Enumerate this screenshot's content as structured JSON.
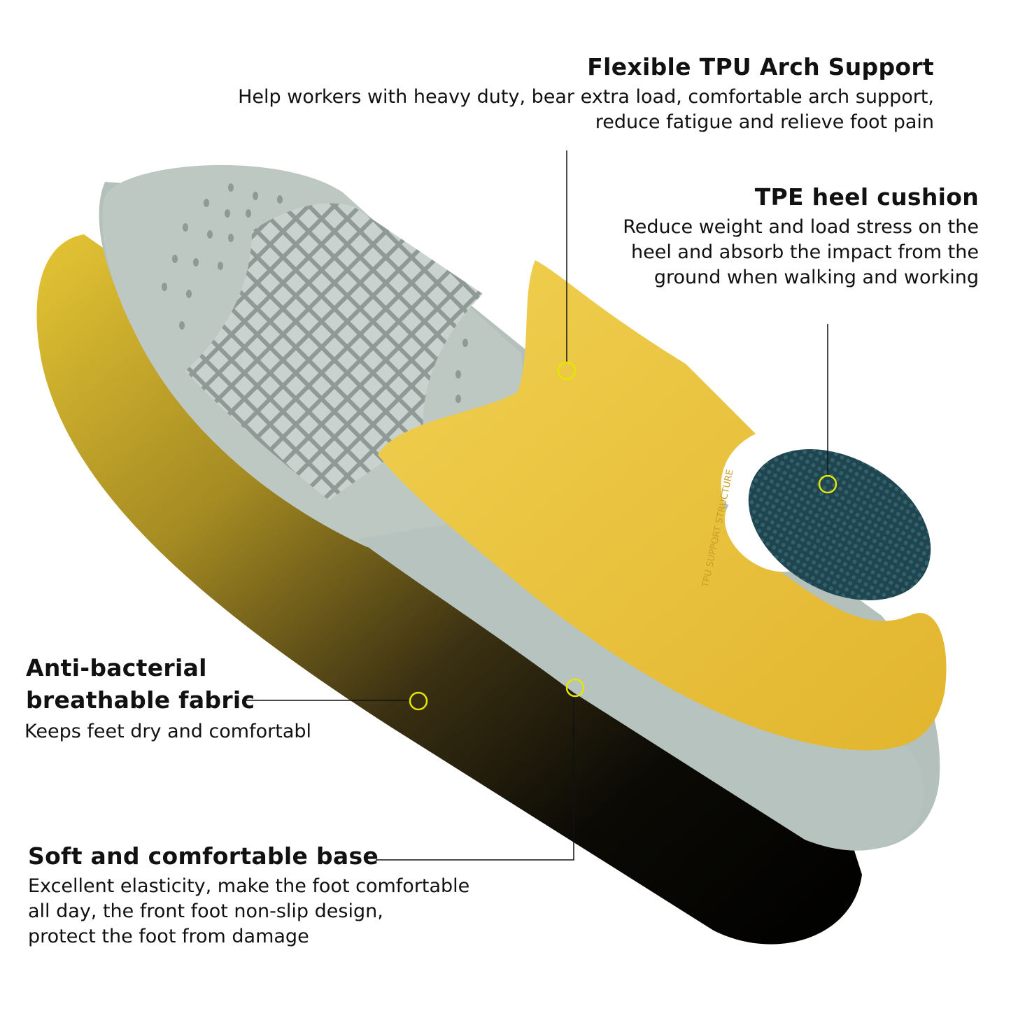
{
  "callouts": {
    "arch": {
      "title": "Flexible TPU Arch Support",
      "line1": "Help workers with heavy duty, bear extra load, comfortable arch support,",
      "line2": "reduce fatigue and relieve foot pain"
    },
    "heel": {
      "title": "TPE heel cushion",
      "line1": "Reduce weight and load stress on the",
      "line2": "heel and absorb the impact from the",
      "line3": "ground when walking and working"
    },
    "fabric": {
      "title_line1": "Anti-bacterial",
      "title_line2": "breathable fabric",
      "desc": "Keeps feet dry and comfortabl"
    },
    "base": {
      "title": "Soft and comfortable base",
      "line1": "Excellent elasticity, make the foot comfortable",
      "line2": "all day, the front foot non-slip design,",
      "line3": "protect the foot from damage"
    }
  },
  "product_marking": "TPU SUPPORT STRUCTURE",
  "colors": {
    "marker": "#e6e600",
    "arch_yellow": "#eac437",
    "insole_gray": "#b9c5c0",
    "heel_teal": "#254f5a"
  }
}
